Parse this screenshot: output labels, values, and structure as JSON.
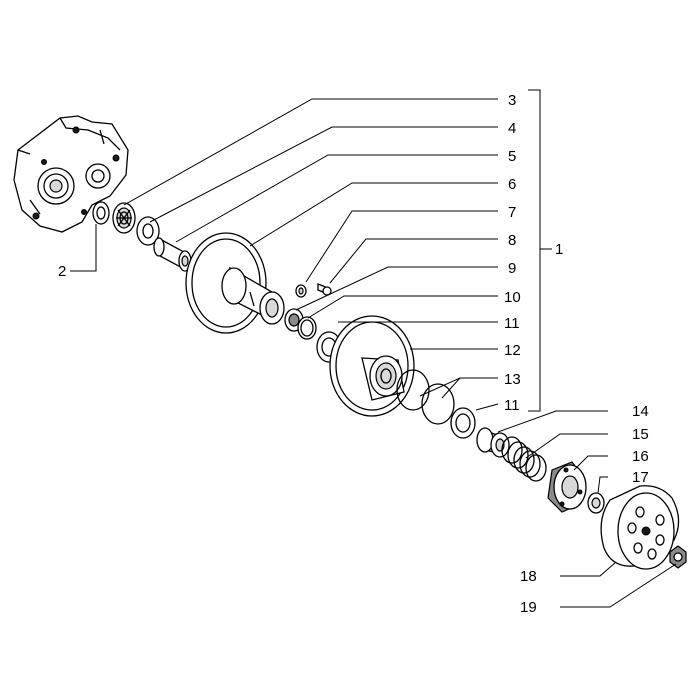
{
  "parts": [
    {
      "id": "1",
      "label": "1"
    },
    {
      "id": "2",
      "label": "2"
    },
    {
      "id": "3",
      "label": "3"
    },
    {
      "id": "4",
      "label": "4"
    },
    {
      "id": "5",
      "label": "5"
    },
    {
      "id": "6",
      "label": "6"
    },
    {
      "id": "7",
      "label": "7"
    },
    {
      "id": "8",
      "label": "8"
    },
    {
      "id": "9",
      "label": "9"
    },
    {
      "id": "10",
      "label": "10"
    },
    {
      "id": "11a",
      "label": "11"
    },
    {
      "id": "12",
      "label": "12"
    },
    {
      "id": "13",
      "label": "13"
    },
    {
      "id": "11b",
      "label": "11"
    },
    {
      "id": "14",
      "label": "14"
    },
    {
      "id": "15",
      "label": "15"
    },
    {
      "id": "16",
      "label": "16"
    },
    {
      "id": "17",
      "label": "17"
    },
    {
      "id": "18",
      "label": "18"
    },
    {
      "id": "19",
      "label": "19"
    }
  ]
}
